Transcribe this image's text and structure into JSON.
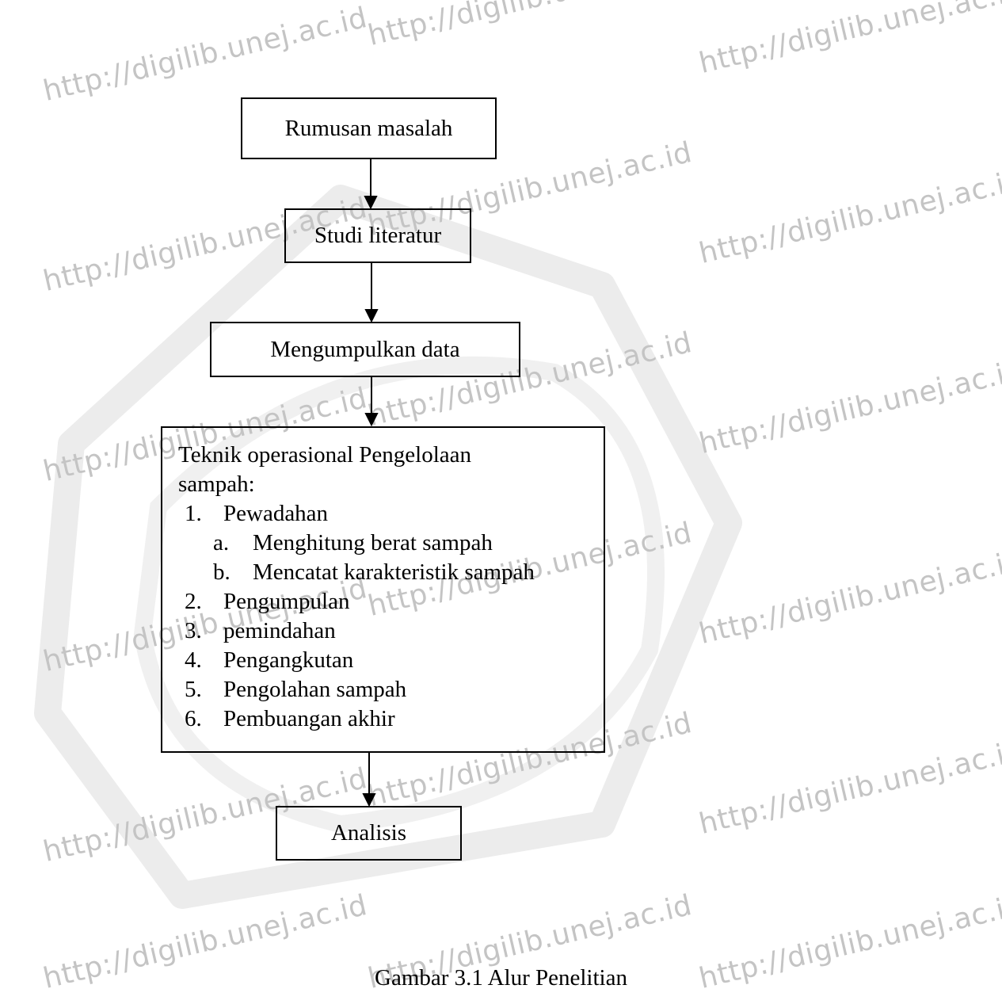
{
  "watermark": "http://digilib.unej.ac.id",
  "flowchart": {
    "step1": "Rumusan masalah",
    "step2": "Studi literatur",
    "step3": "Mengumpulkan data",
    "step4": {
      "title_line1": "Teknik operasional Pengelolaan",
      "title_line2": "sampah:",
      "items": [
        {
          "num": "1.",
          "text": "Pewadahan"
        },
        {
          "num": "a.",
          "text": "Menghitung berat sampah"
        },
        {
          "num": "b.",
          "text": "Mencatat karakteristik sampah"
        },
        {
          "num": "2.",
          "text": "Pengumpulan"
        },
        {
          "num": "3.",
          "text": "pemindahan"
        },
        {
          "num": "4.",
          "text": "Pengangkutan"
        },
        {
          "num": "5.",
          "text": "Pengolahan sampah"
        },
        {
          "num": "6.",
          "text": "Pembuangan akhir"
        }
      ]
    },
    "step5": "Analisis"
  },
  "caption": "Gambar 3.1 Alur Penelitian"
}
